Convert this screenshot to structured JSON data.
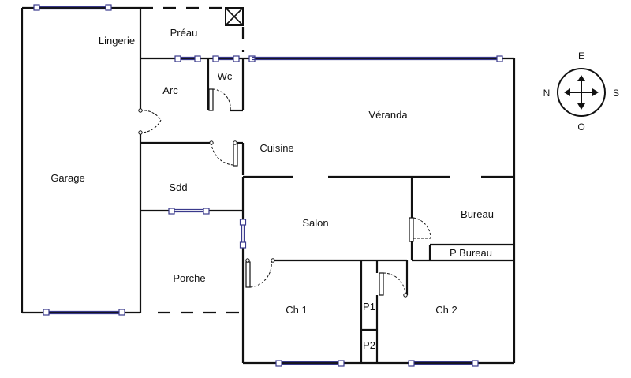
{
  "rooms": {
    "lingerie": "Lingerie",
    "preau": "Préau",
    "wc": "Wc",
    "arc": "Arc",
    "veranda": "Véranda",
    "cuisine": "Cuisine",
    "garage": "Garage",
    "sdd": "Sdd",
    "salon": "Salon",
    "bureau": "Bureau",
    "p_bureau": "P Bureau",
    "porche": "Porche",
    "ch1": "Ch 1",
    "ch2": "Ch 2",
    "p1": "P1",
    "p2": "P2"
  },
  "compass": {
    "top": "E",
    "left": "N",
    "right": "S",
    "bottom": "O"
  }
}
